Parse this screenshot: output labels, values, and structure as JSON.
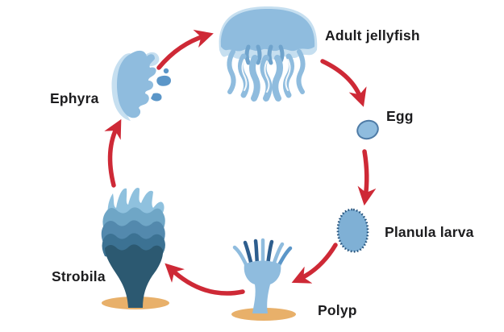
{
  "stages": [
    {
      "label": "Adult jellyfish"
    },
    {
      "label": "Egg"
    },
    {
      "label": "Planula larva"
    },
    {
      "label": "Polyp"
    },
    {
      "label": "Strobila"
    },
    {
      "label": "Ephyra"
    }
  ],
  "arrows": [
    {
      "from": "Adult jellyfish",
      "to": "Egg"
    },
    {
      "from": "Egg",
      "to": "Planula larva"
    },
    {
      "from": "Planula larva",
      "to": "Polyp"
    },
    {
      "from": "Polyp",
      "to": "Strobila"
    },
    {
      "from": "Strobila",
      "to": "Ephyra"
    },
    {
      "from": "Ephyra",
      "to": "Adult jellyfish"
    }
  ],
  "colors": {
    "background": "#ffffff",
    "arrow_red": "#CE2936",
    "jellyfish_blue": "#8FBCDE",
    "light_blue": "#C6DFF0",
    "mid_blue": "#5B96C8",
    "dark_navy": "#2E5E8E",
    "strobila_dark": "#2C5971",
    "strobila_band2": "#3C7293",
    "strobila_band3": "#5389AD",
    "strobila_band4": "#6FA6C6",
    "strobila_top": "#8FC1DE",
    "sand": "#E8B06A",
    "label_text": "#1c1c1e"
  }
}
